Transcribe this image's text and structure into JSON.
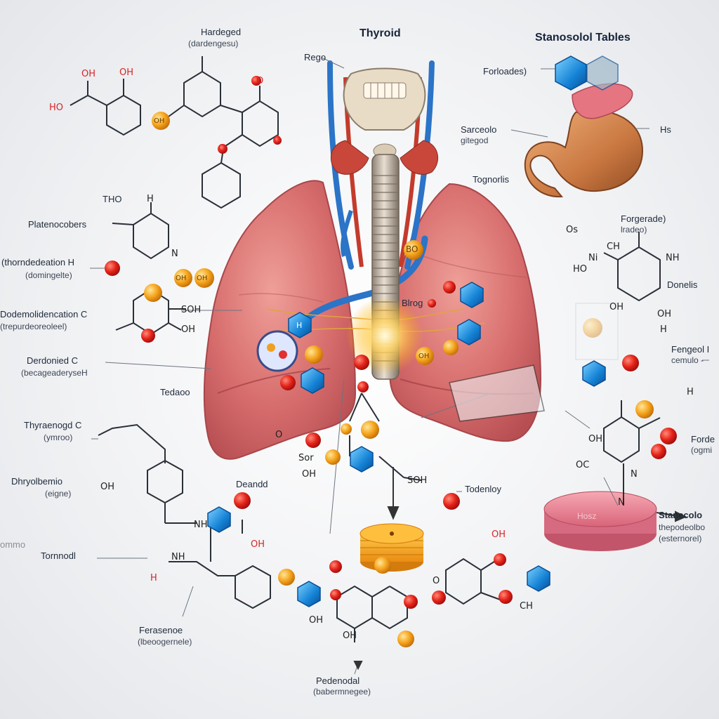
{
  "labels": {
    "thyroid_title": "Thyroid",
    "stanozolol_tables": "Stanosolol Tables",
    "hardeged": "Hardeged",
    "hardeged_sub": "(dardengesu)",
    "rego": "Rego",
    "forloades": "Forloades)",
    "sarceolo": "Sarceolo",
    "sarceolo_sub": "gitegod",
    "hs": "Hs",
    "tognorlis": "Tognorlis",
    "tho": "THO",
    "platenocobers": "Platenocobers",
    "chromdedeation_h": "(thorndedeation H",
    "chromdedeation_sub": "(domingelte)",
    "dodemolidencation_c": "Dodemolidencation C",
    "dodemolidencation_sub": "(trepurdeoreoleel)",
    "derdonied_c": "Derdonied C",
    "derdonied_sub": "(becageaderyseH",
    "tedaoo": "Tedaoo",
    "thyraenogd_c": "Thyraenogd C",
    "thyraenogd_sub": "(ymroo)",
    "dhryolbemio": "Dhryolbemio",
    "dhryolbemio_sub": "(eigne)",
    "tornnodl": "Tornnodl",
    "deandd": "Deandd",
    "ferasenoe": "Ferasenoe",
    "ferasenoe_sub": "(lbeoogernele)",
    "pedenodal": "Pedenodal",
    "pedenodal_sub": "(babermnegee)",
    "todenloy": "Todenloy",
    "blrog": "Blrog",
    "forgerade": "Forgerade)",
    "forgerade_sub": "lradeo)",
    "donelis": "Donelis",
    "fengeol": "Fengeol I",
    "fengeol_sub": "cemulo -",
    "forde": "Forde",
    "forde_sub": "(ogmi",
    "stanecolo": "Stanecolo",
    "stanecolo_sub": "thepodeolbo",
    "stanecolo_sub2": "(esternorel)",
    "ommo": "ommo",
    "tablet_text": "Hosz"
  },
  "chem": {
    "ho_1": "HO",
    "oh_1": "OH",
    "oh_2": "OH",
    "o_ring": "O",
    "o_ring2": "O",
    "o_ring3": "O",
    "h_top": "H",
    "n_h": "N",
    "h_n": "H",
    "soh": "SOH",
    "oh_3": "OH",
    "sor": "Sor",
    "oh_4": "OH",
    "soh_2": "SOH",
    "o_c": "O",
    "oh_5": "OH",
    "nh_1": "NH",
    "h_1": "H",
    "oh_6": "OH",
    "nh_2": "NH",
    "os": "Os",
    "ni": "Ni",
    "ho_2": "HO",
    "ch_1": "CH",
    "oh_7": "OH",
    "h_2": "H",
    "oh_8": "OH",
    "oc": "OC",
    "nh_3": "NH",
    "nh_4": "N",
    "oh_9": "OH",
    "oh_10": "OH",
    "ch_2": "CH",
    "oh_11": "OH",
    "oh_12": "OH",
    "h_3": "H",
    "o_4": "O",
    "bead_dd": "OH",
    "bead_gg": "OH",
    "bead_oh": "OH",
    "bead_bo": "BO",
    "bead_ol": "OH",
    "bead_h": "H"
  },
  "colors": {
    "lung": "#d8716f",
    "lung_dark": "#b44a4c",
    "lung_light": "#ec9a92",
    "vein": "#2b74c7",
    "artery": "#c33b2c",
    "trachea": "#b5a89a",
    "stomach": "#c9804a",
    "stomach_pink": "#e0707a",
    "red_atom": "#e21f1f",
    "orange_atom": "#f4a21b",
    "blue_hex": "#1d88d8",
    "tablet": "#e78898",
    "disc": "#f2a62a",
    "line": "#2a2f38"
  },
  "icons": [
    "thyroid-anatomy",
    "lung-left",
    "lung-right",
    "stomach",
    "pink-tablet",
    "orange-disc",
    "atom-beads",
    "hexagon-molecules"
  ]
}
